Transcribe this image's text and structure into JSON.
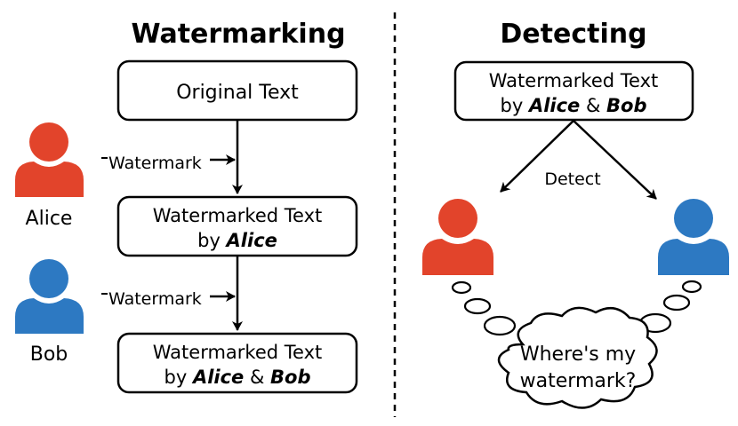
{
  "sections": {
    "watermarking_title": "Watermarking",
    "detecting_title": "Detecting"
  },
  "people": {
    "alice": {
      "name": "Alice",
      "color": "#e2442b"
    },
    "bob": {
      "name": "Bob",
      "color": "#2d79c2"
    }
  },
  "watermarking": {
    "original_box": "Original Text",
    "edge_label": "Watermark",
    "alice_box": {
      "line1": "Watermarked Text",
      "prefix": "by ",
      "name": "Alice"
    },
    "final_box": {
      "line1": "Watermarked Text",
      "prefix": "by ",
      "name1": "Alice",
      "joiner": " & ",
      "name2": "Bob"
    }
  },
  "detecting": {
    "input_box": {
      "line1": "Watermarked Text",
      "prefix": "by ",
      "name1": "Alice",
      "joiner": " & ",
      "name2": "Bob"
    },
    "edge_label": "Detect",
    "thought": {
      "line1": "Where's my",
      "line2": "watermark?"
    }
  }
}
